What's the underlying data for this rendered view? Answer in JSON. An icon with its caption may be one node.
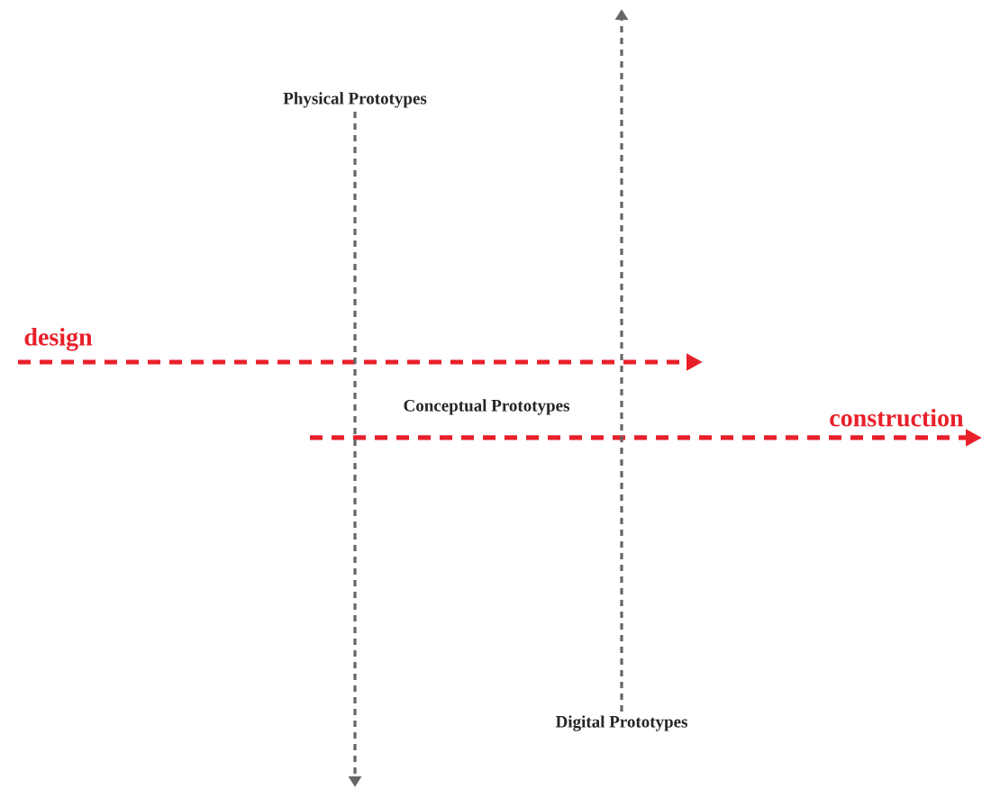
{
  "diagram": {
    "nodes": [
      {
        "text": [
          "Physical Prototypes"
        ]
      },
      {
        "text": [
          "Digital Prototypes"
        ]
      }
    ],
    "edges": [
      {
        "from": 0,
        "to": null,
        "arrow": "to",
        "style": "dashed",
        "color": "#666666"
      },
      {
        "from": 1,
        "to": null,
        "arrow": "to",
        "style": "dashed",
        "color": "#666666"
      }
    ],
    "labels": [
      "design",
      "Conceptual Prototypes",
      "construction"
    ]
  }
}
